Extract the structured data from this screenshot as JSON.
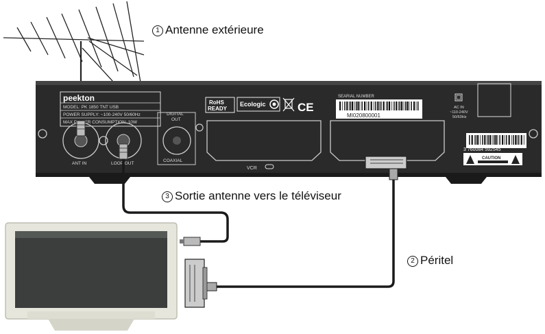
{
  "callouts": [
    {
      "num": "1",
      "text": "Antenne extérieure"
    },
    {
      "num": "2",
      "text": "Péritel"
    },
    {
      "num": "3",
      "text": "Sortie antenne vers le téléviseur"
    }
  ],
  "receiver": {
    "brand": "peekton",
    "model": "MODEL: PK 1850 TNT USB",
    "power_supply": "POWER SUPPLY: ~100-240V 50/60Hz",
    "consumption": "MAX POWER CONSUMPTION: 10W",
    "digital_out": "DIGITAL",
    "digital_out2": "OUT",
    "coaxial": "COAXIAL",
    "ant_in": "ANT IN",
    "loop_out": "LOOP OUT",
    "vcr": "VCR",
    "serial_label": "SEARIAL NUMBER",
    "serial_number": "MI020800001",
    "rohs": "RoHS",
    "ready": "READY",
    "ecologic": "Ecologic",
    "ce": "CE",
    "ac_in": "AC IN",
    "ac_volts": "~110-240V",
    "ac_freq": "50/60Hz",
    "barcode_number": "3 760084 592545",
    "caution": "CAUTION"
  },
  "colors": {
    "receiver_body": "#2a2a2a",
    "cable": "#1a1a1a",
    "tv_frame": "#e6e6dc"
  }
}
